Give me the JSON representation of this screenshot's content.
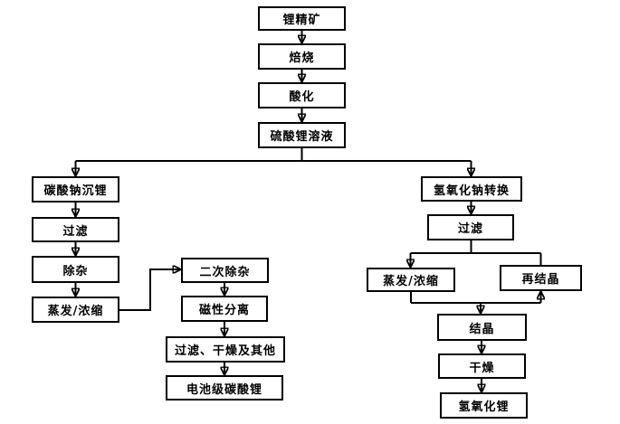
{
  "diagram": {
    "colors": {
      "background": "#ffffff",
      "box_fill": "#ffffff",
      "box_border": "#000000",
      "line": "#000000",
      "text": "#000000"
    },
    "nodes": [
      {
        "id": "lithium-concentrate",
        "label": "锂精矿"
      },
      {
        "id": "roasting",
        "label": "焙烧"
      },
      {
        "id": "acidification",
        "label": "酸化"
      },
      {
        "id": "lithium-sulfate-solution",
        "label": "硫酸锂溶液"
      },
      {
        "id": "sodium-carbonate-precipitation",
        "label": "碳酸钠沉锂"
      },
      {
        "id": "filtration-left",
        "label": "过滤"
      },
      {
        "id": "impurity-removal",
        "label": "除杂"
      },
      {
        "id": "evaporation-concentration-left",
        "label": "蒸发/浓缩"
      },
      {
        "id": "secondary-impurity-removal",
        "label": "二次除杂"
      },
      {
        "id": "magnetic-separation",
        "label": "磁性分离"
      },
      {
        "id": "filtration-drying-others",
        "label": "过滤、干燥及其他"
      },
      {
        "id": "battery-grade-lithium-carbonate",
        "label": "电池级碳酸锂"
      },
      {
        "id": "sodium-hydroxide-conversion",
        "label": "氢氧化钠转换"
      },
      {
        "id": "filtration-right",
        "label": "过滤"
      },
      {
        "id": "evaporation-concentration-right",
        "label": "蒸发/浓缩"
      },
      {
        "id": "recrystallization",
        "label": "再结晶"
      },
      {
        "id": "crystallization",
        "label": "结晶"
      },
      {
        "id": "drying",
        "label": "干燥"
      },
      {
        "id": "lithium-hydroxide",
        "label": "氢氧化锂"
      }
    ],
    "edges": [
      {
        "from": "lithium-concentrate",
        "to": "roasting"
      },
      {
        "from": "roasting",
        "to": "acidification"
      },
      {
        "from": "acidification",
        "to": "lithium-sulfate-solution"
      },
      {
        "from": "lithium-sulfate-solution",
        "to": "sodium-carbonate-precipitation"
      },
      {
        "from": "lithium-sulfate-solution",
        "to": "sodium-hydroxide-conversion"
      },
      {
        "from": "sodium-carbonate-precipitation",
        "to": "filtration-left"
      },
      {
        "from": "filtration-left",
        "to": "impurity-removal"
      },
      {
        "from": "impurity-removal",
        "to": "evaporation-concentration-left"
      },
      {
        "from": "evaporation-concentration-left",
        "to": "secondary-impurity-removal"
      },
      {
        "from": "secondary-impurity-removal",
        "to": "magnetic-separation"
      },
      {
        "from": "magnetic-separation",
        "to": "filtration-drying-others"
      },
      {
        "from": "filtration-drying-others",
        "to": "battery-grade-lithium-carbonate"
      },
      {
        "from": "sodium-hydroxide-conversion",
        "to": "filtration-right"
      },
      {
        "from": "filtration-right",
        "to": "evaporation-concentration-right"
      },
      {
        "from": "evaporation-concentration-right",
        "to": "crystallization"
      },
      {
        "from": "evaporation-concentration-right",
        "to": "recrystallization"
      },
      {
        "from": "recrystallization",
        "to": "evaporation-concentration-right"
      },
      {
        "from": "crystallization",
        "to": "drying"
      },
      {
        "from": "drying",
        "to": "lithium-hydroxide"
      }
    ]
  }
}
